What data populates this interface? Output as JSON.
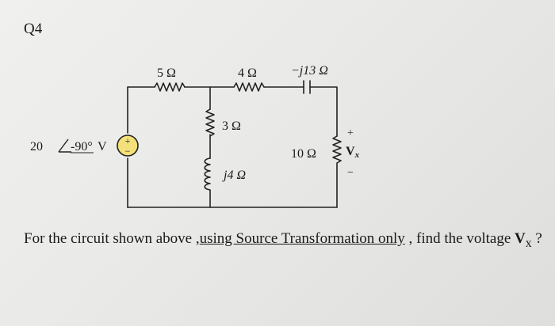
{
  "question_label": "Q4",
  "circuit": {
    "source_magnitude": "20",
    "source_angle": "-90°",
    "source_unit": "V",
    "source_plus": "+",
    "source_minus": "−",
    "r1": "5 Ω",
    "r2": "4 Ω",
    "cap": "−j13 Ω",
    "r3": "3 Ω",
    "ind": "j4 Ω",
    "r4": "10 Ω",
    "vx_label": "V",
    "vx_sub": "x",
    "vx_plus": "+",
    "vx_minus": "−"
  },
  "problem": {
    "part1": "For the circuit shown above ,",
    "underlined": "using Source Transformation only",
    "part2": " , find the voltage ",
    "var": "V",
    "var_sub": "x",
    "end": " ?"
  }
}
